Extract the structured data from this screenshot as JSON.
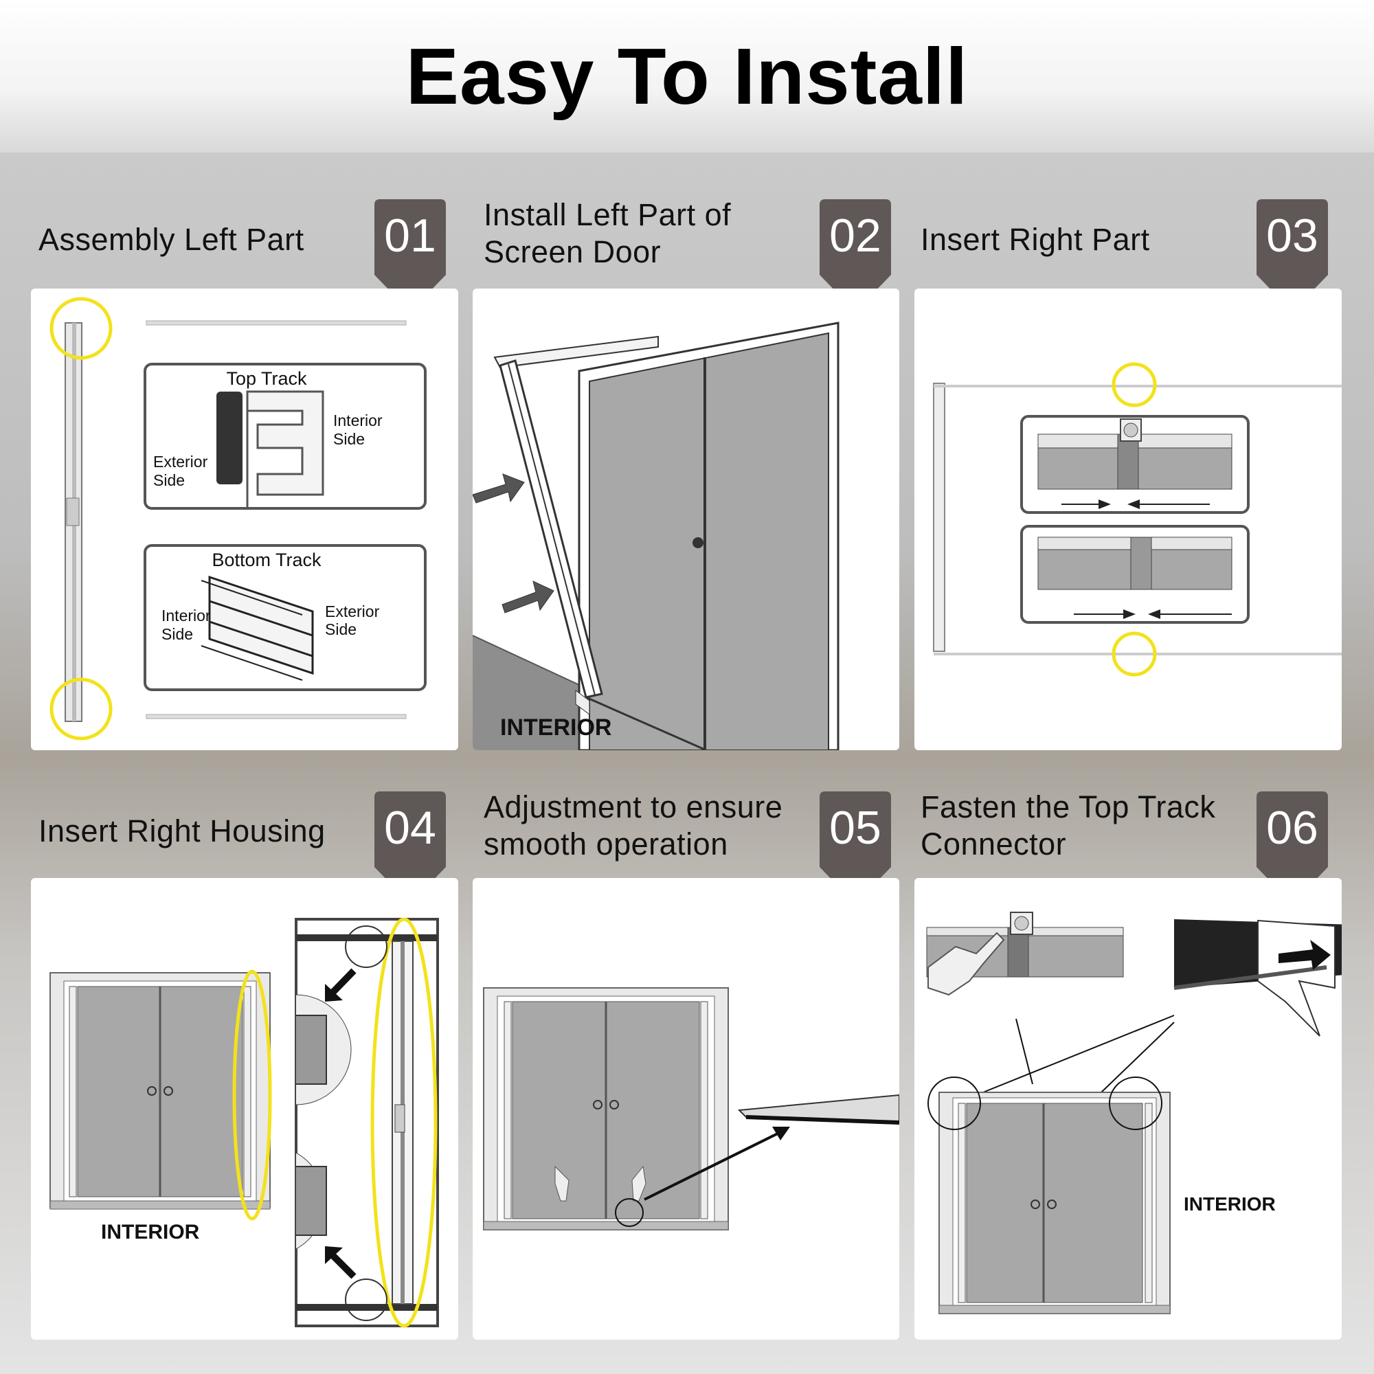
{
  "header": {
    "title": "Easy To Install"
  },
  "steps": [
    {
      "number": "01",
      "title": "Assembly Left Part"
    },
    {
      "number": "02",
      "title": "Install Left Part of\nScreen Door"
    },
    {
      "number": "03",
      "title": "Insert Right Part"
    },
    {
      "number": "04",
      "title": "Insert Right Housing"
    },
    {
      "number": "05",
      "title": "Adjustment to ensure\nsmooth operation"
    },
    {
      "number": "06",
      "title": "Fasten the Top Track\nConnector"
    }
  ],
  "labels": {
    "top_track": "Top Track",
    "bottom_track": "Bottom Track",
    "interior": "Interior",
    "exterior": "Exterior",
    "side": "Side",
    "interior_caps": "INTERIOR"
  },
  "colors": {
    "badge": "#5f5856",
    "highlight": "#f2e21c",
    "screen_gray": "#a8a8a8"
  }
}
